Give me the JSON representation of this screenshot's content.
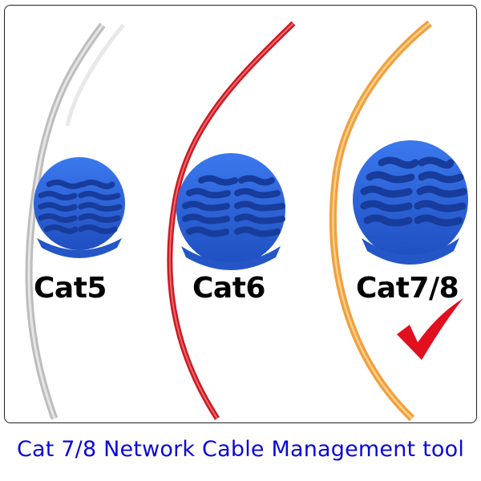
{
  "image": {
    "caption": "Cat 7/8 Network Cable Management tool",
    "caption_color": "#0a0ad6",
    "items": [
      {
        "label": "Cat5",
        "cable_color": "#c8c8c8",
        "disc_color": "#2a62d8"
      },
      {
        "label": "Cat6",
        "cable_color": "#d0202a",
        "disc_color": "#2a62d8"
      },
      {
        "label": "Cat7/8",
        "cable_color": "#f0a040",
        "disc_color": "#2a62d8"
      }
    ],
    "checkmark": {
      "icon": "checkmark-icon",
      "color": "#e0101e",
      "marks_item": "Cat7/8"
    }
  }
}
